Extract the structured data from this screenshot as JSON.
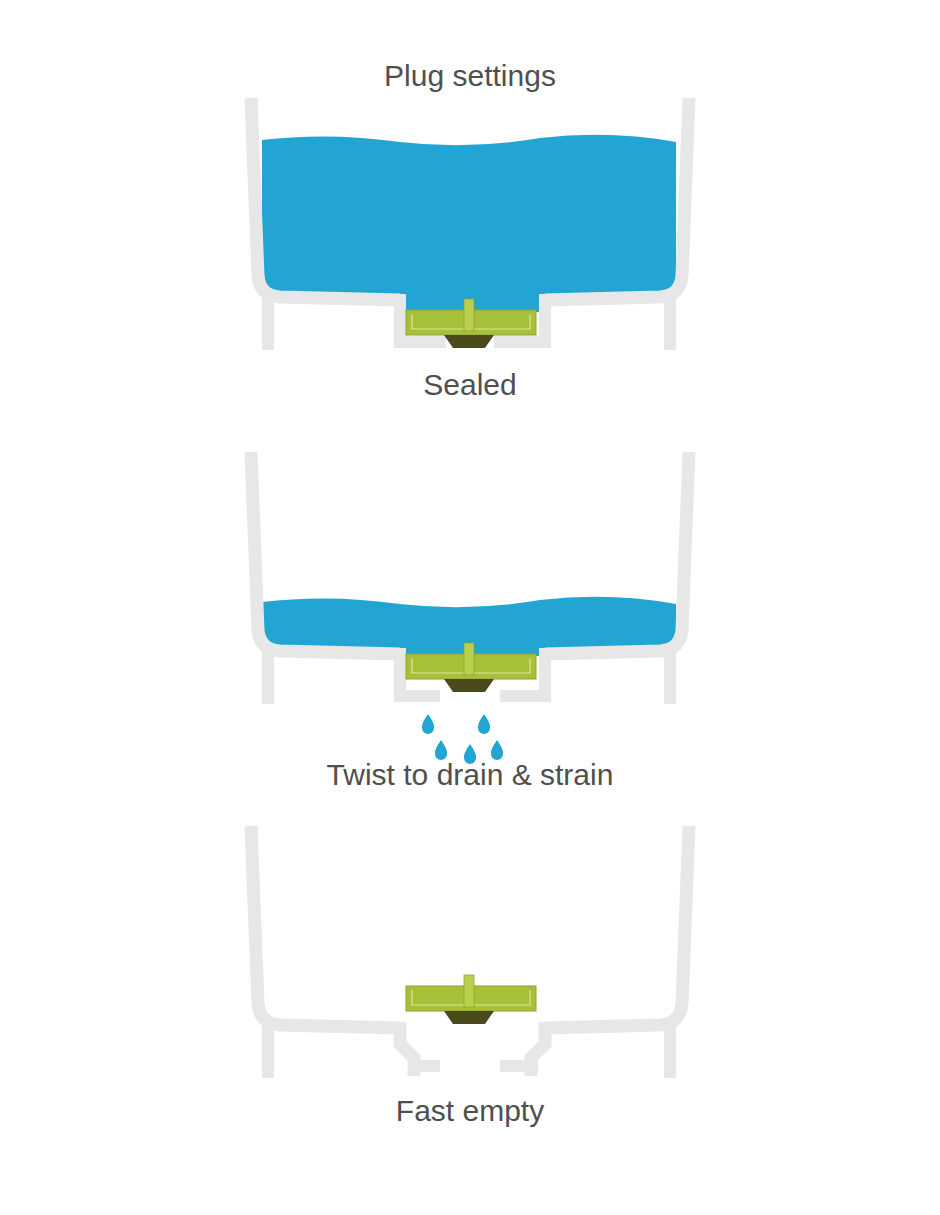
{
  "diagram": {
    "title": "Plug settings",
    "labels": [
      "Sealed",
      "Twist to drain & strain",
      "Fast empty"
    ]
  }
}
